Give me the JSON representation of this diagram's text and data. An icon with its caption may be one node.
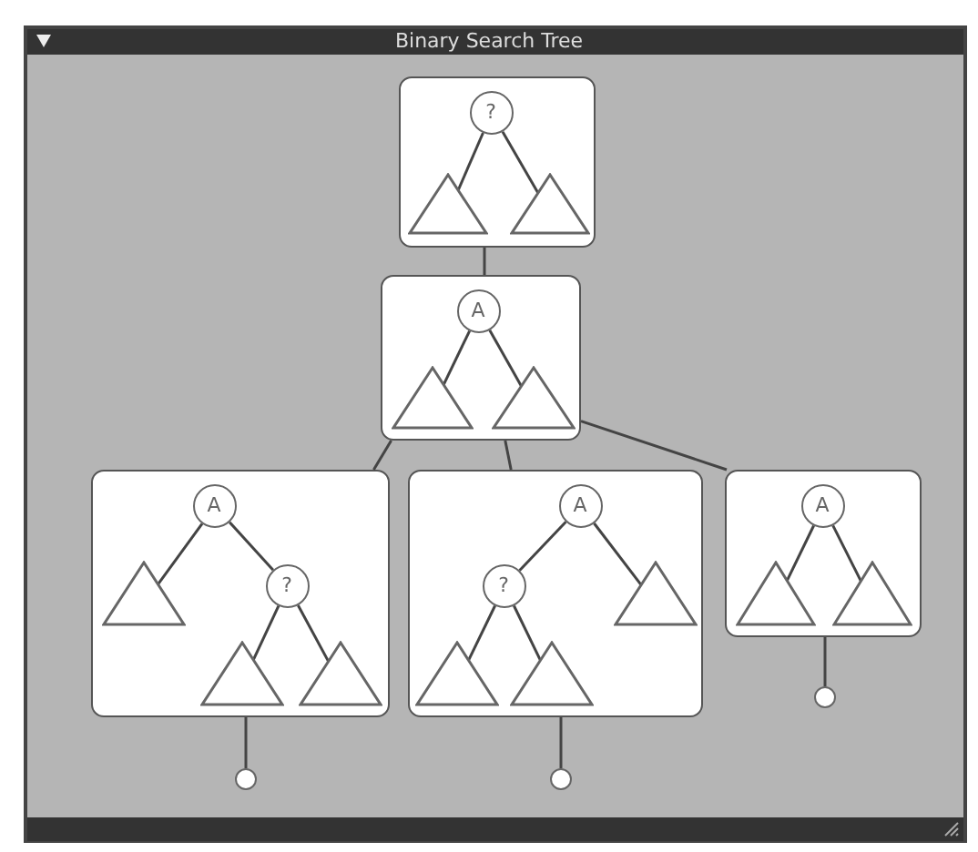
{
  "diagram": {
    "title": "Binary Search Tree",
    "nodes": [
      {
        "text": [],
        "shape": "box"
      },
      {
        "text": [
          "?"
        ],
        "in": 0
      },
      {
        "text": [],
        "shape": "triangle",
        "in": 0
      },
      {
        "text": [],
        "shape": "triangle",
        "in": 0
      },
      {
        "text": [],
        "shape": "box"
      },
      {
        "text": [
          "A"
        ],
        "in": 4
      },
      {
        "text": [],
        "shape": "triangle",
        "in": 4
      },
      {
        "text": [],
        "shape": "triangle",
        "in": 4
      },
      {
        "text": [],
        "shape": "box"
      },
      {
        "text": [
          "A"
        ],
        "in": 8
      },
      {
        "text": [],
        "shape": "triangle",
        "in": 8
      },
      {
        "text": [
          "?"
        ],
        "in": 8
      },
      {
        "text": [],
        "shape": "triangle",
        "in": 8
      },
      {
        "text": [],
        "shape": "triangle",
        "in": 8
      },
      {
        "text": [],
        "shape": "box"
      },
      {
        "text": [
          "A"
        ],
        "in": 14
      },
      {
        "text": [
          "?"
        ],
        "in": 14
      },
      {
        "text": [],
        "shape": "triangle",
        "in": 14
      },
      {
        "text": [],
        "shape": "triangle",
        "in": 14
      },
      {
        "text": [],
        "shape": "triangle",
        "in": 14
      },
      {
        "text": [],
        "shape": "box"
      },
      {
        "text": [
          "A"
        ],
        "in": 20
      },
      {
        "text": [],
        "shape": "triangle",
        "in": 20
      },
      {
        "text": [],
        "shape": "triangle",
        "in": 20
      },
      {
        "text": [],
        "shape": "circle"
      },
      {
        "text": [],
        "shape": "circle"
      },
      {
        "text": [],
        "shape": "circle"
      }
    ],
    "edges": [
      {
        "from": 0,
        "to": 4,
        "arrow": "none"
      },
      {
        "from": 4,
        "to": 8,
        "arrow": "none"
      },
      {
        "from": 4,
        "to": 14,
        "arrow": "none"
      },
      {
        "from": 4,
        "to": 20,
        "arrow": "none"
      },
      {
        "from": 1,
        "to": 2,
        "arrow": "none"
      },
      {
        "from": 1,
        "to": 3,
        "arrow": "none"
      },
      {
        "from": 5,
        "to": 6,
        "arrow": "none"
      },
      {
        "from": 5,
        "to": 7,
        "arrow": "none"
      },
      {
        "from": 9,
        "to": 10,
        "arrow": "none"
      },
      {
        "from": 9,
        "to": 11,
        "arrow": "none"
      },
      {
        "from": 11,
        "to": 12,
        "arrow": "none"
      },
      {
        "from": 11,
        "to": 13,
        "arrow": "none"
      },
      {
        "from": 15,
        "to": 16,
        "arrow": "none"
      },
      {
        "from": 15,
        "to": 17,
        "arrow": "none"
      },
      {
        "from": 16,
        "to": 18,
        "arrow": "none"
      },
      {
        "from": 16,
        "to": 19,
        "arrow": "none"
      },
      {
        "from": 21,
        "to": 22,
        "arrow": "none"
      },
      {
        "from": 21,
        "to": 23,
        "arrow": "none"
      },
      {
        "from": 8,
        "to": 24,
        "arrow": "none"
      },
      {
        "from": 14,
        "to": 25,
        "arrow": "none"
      },
      {
        "from": 20,
        "to": 26,
        "arrow": "none"
      }
    ]
  }
}
